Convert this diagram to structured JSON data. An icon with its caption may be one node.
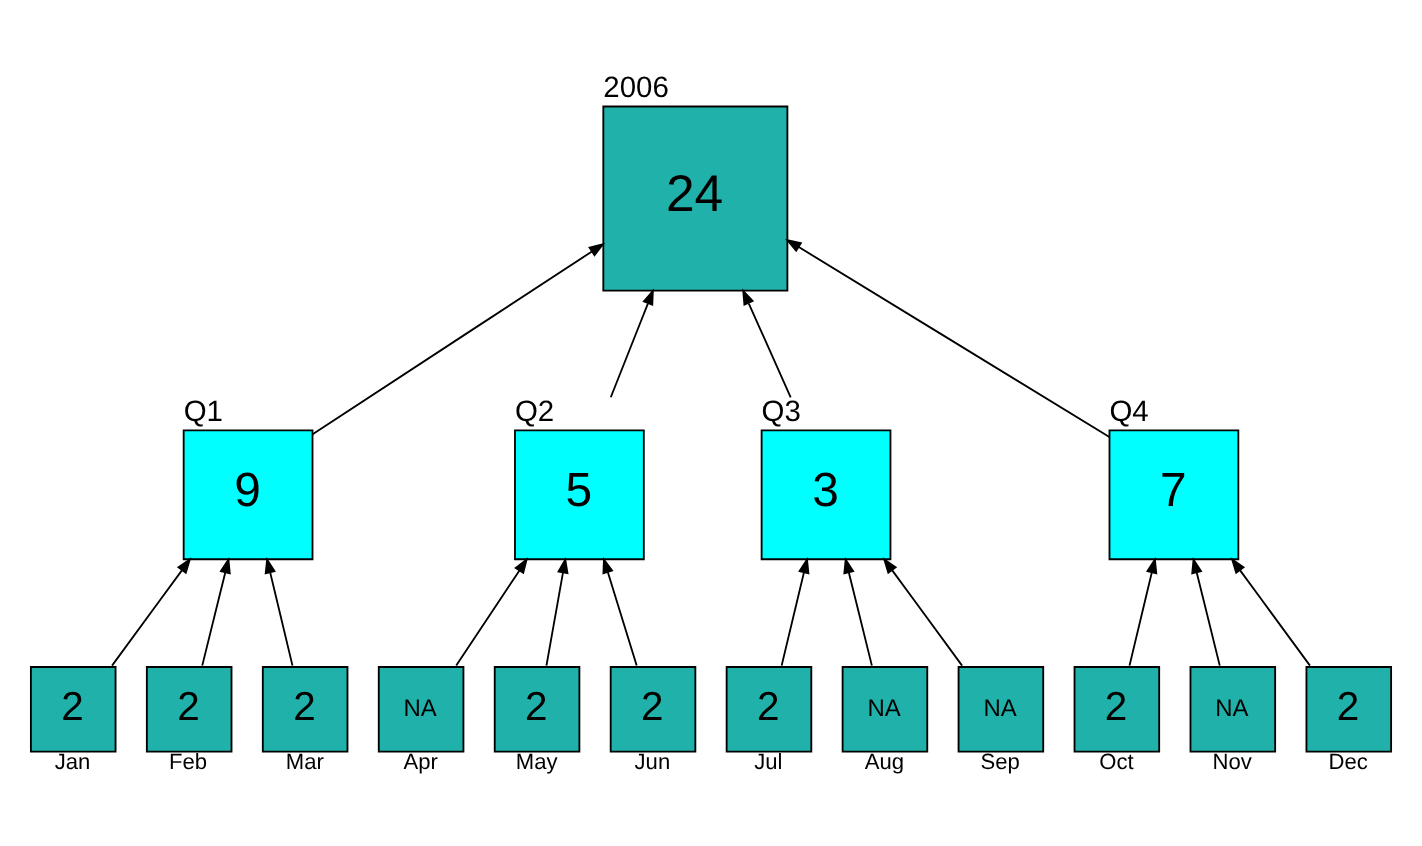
{
  "diagram": {
    "nodes": [
      {
        "text": [
          "2006",
          "24"
        ]
      },
      {
        "text": [
          "Q1",
          "9"
        ]
      },
      {
        "text": [
          "Q2",
          "5"
        ]
      },
      {
        "text": [
          "Q3",
          "3"
        ]
      },
      {
        "text": [
          "Q4",
          "7"
        ]
      },
      {
        "text": [
          "2"
        ],
        "beside": [
          "Jan"
        ]
      },
      {
        "text": [
          "2"
        ],
        "beside": [
          "Feb"
        ]
      },
      {
        "text": [
          "2"
        ],
        "beside": [
          "Mar"
        ]
      },
      {
        "text": [
          "NA"
        ],
        "beside": [
          "Apr"
        ]
      },
      {
        "text": [
          "2"
        ],
        "beside": [
          "May"
        ]
      },
      {
        "text": [
          "2"
        ],
        "beside": [
          "Jun"
        ]
      },
      {
        "text": [
          "2"
        ],
        "beside": [
          "Jul"
        ]
      },
      {
        "text": [
          "NA"
        ],
        "beside": [
          "Aug"
        ]
      },
      {
        "text": [
          "NA"
        ],
        "beside": [
          "Sep"
        ]
      },
      {
        "text": [
          "2"
        ],
        "beside": [
          "Oct"
        ]
      },
      {
        "text": [
          "NA"
        ],
        "beside": [
          "Nov"
        ]
      },
      {
        "text": [
          "2"
        ],
        "beside": [
          "Dec"
        ]
      }
    ],
    "edges": [
      {
        "from": 1,
        "to": 0,
        "arrow": "to"
      },
      {
        "from": 2,
        "to": 0,
        "arrow": "to"
      },
      {
        "from": 3,
        "to": 0,
        "arrow": "to"
      },
      {
        "from": 4,
        "to": 0,
        "arrow": "to"
      },
      {
        "from": 5,
        "to": 1,
        "arrow": "to"
      },
      {
        "from": 6,
        "to": 1,
        "arrow": "to"
      },
      {
        "from": 7,
        "to": 1,
        "arrow": "to"
      },
      {
        "from": 8,
        "to": 2,
        "arrow": "to"
      },
      {
        "from": 9,
        "to": 2,
        "arrow": "to"
      },
      {
        "from": 10,
        "to": 2,
        "arrow": "to"
      },
      {
        "from": 11,
        "to": 3,
        "arrow": "to"
      },
      {
        "from": 12,
        "to": 3,
        "arrow": "to"
      },
      {
        "from": 13,
        "to": 3,
        "arrow": "to"
      },
      {
        "from": 14,
        "to": 4,
        "arrow": "to"
      },
      {
        "from": 15,
        "to": 4,
        "arrow": "to"
      },
      {
        "from": 16,
        "to": 4,
        "arrow": "to"
      }
    ]
  }
}
